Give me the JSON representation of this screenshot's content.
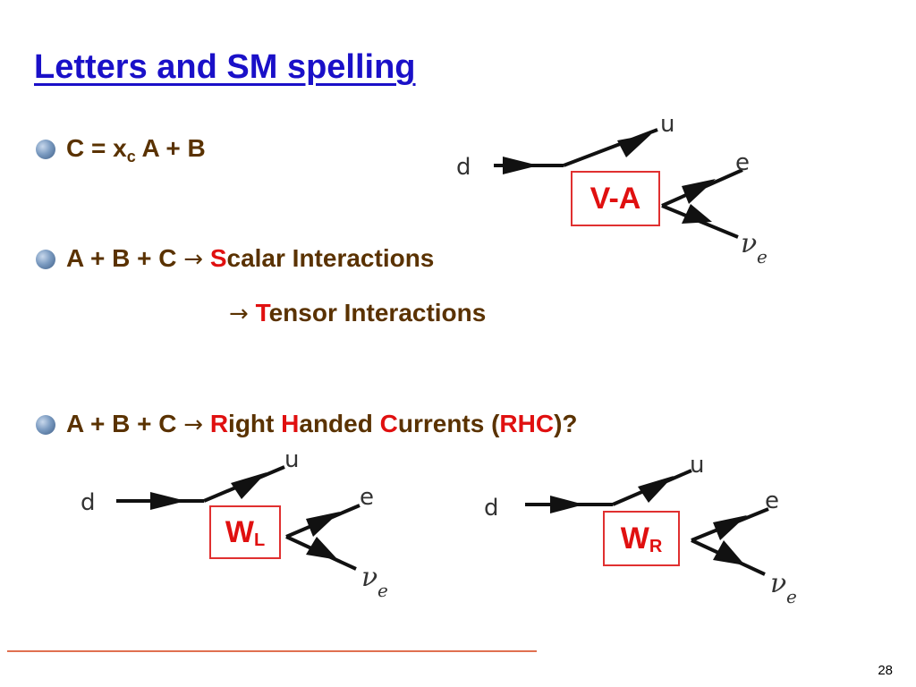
{
  "title": "Letters and SM spelling",
  "bullets": {
    "b1": {
      "c": "C = x",
      "sub": "c",
      "rest": " A + B"
    },
    "b2": {
      "lhs": "A + B + C ",
      "arrow": "→",
      "s": "S",
      "scalar": "calar Interactions"
    },
    "b2b": {
      "arrow": "→",
      "t": "T",
      "tensor": "ensor Interactions"
    },
    "b3": {
      "lhs": "A + B + C ",
      "arrow": "→",
      "r": "R",
      "ight": "ight ",
      "h": "H",
      "anded": "anded ",
      "c": "C",
      "urrents": "urrents (",
      "rhc": "RHC",
      "close": ")?"
    }
  },
  "diagrams": {
    "particles": {
      "d": "d",
      "u": "u",
      "e": "e",
      "nu": "ν",
      "nu_sub": "e"
    },
    "vma": {
      "label": "V-A"
    },
    "wl": {
      "main": "W",
      "sub": "L"
    },
    "wr": {
      "main": "W",
      "sub": "R"
    }
  },
  "page_number": "28"
}
